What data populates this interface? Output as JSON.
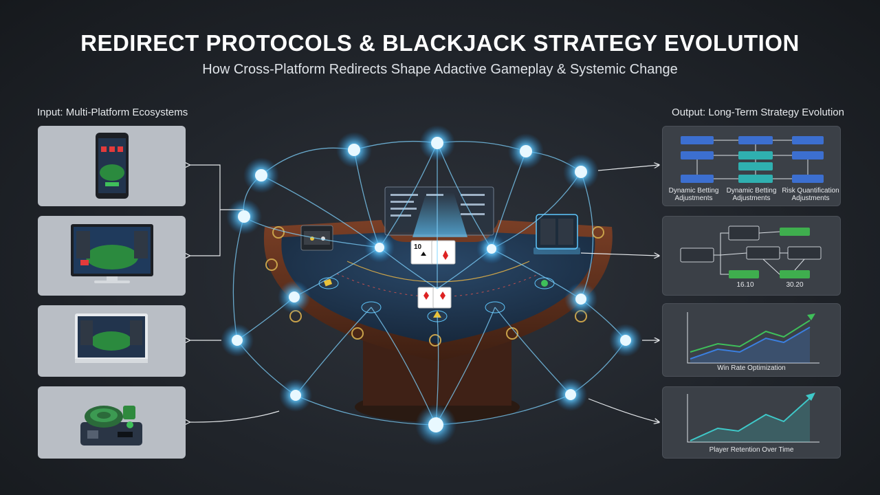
{
  "header": {
    "title": "REDIRECT PROTOCOLS & BLACKJACK STRATEGY EVOLUTION",
    "subtitle": "How Cross-Platform Redirects Shape Adactive Gameplay & Systemic Change"
  },
  "inputs": {
    "label": "Input: Multi-Platform Ecosystems"
  },
  "outputs": {
    "label": "Output: Long-Term Strategy Evolution",
    "flow_captions": [
      "Dynamic Betting Adjustments",
      "Dynamic Betting Adjustments",
      "Risk Quantification Adjustments"
    ],
    "win_rate_caption": "Win Rate Optimization",
    "retention_caption": "Player Retention Over Time",
    "tree_values": [
      "16.10",
      "30.20"
    ]
  },
  "table": {
    "card_rank": "10"
  },
  "colors": {
    "node_glow": "#5fc8ff",
    "felt": "#1f3550",
    "wood": "#5a2e1c",
    "chart_green": "#3fbf5a",
    "chart_blue": "#3b7fe0",
    "chart_teal": "#3fc9c9"
  }
}
